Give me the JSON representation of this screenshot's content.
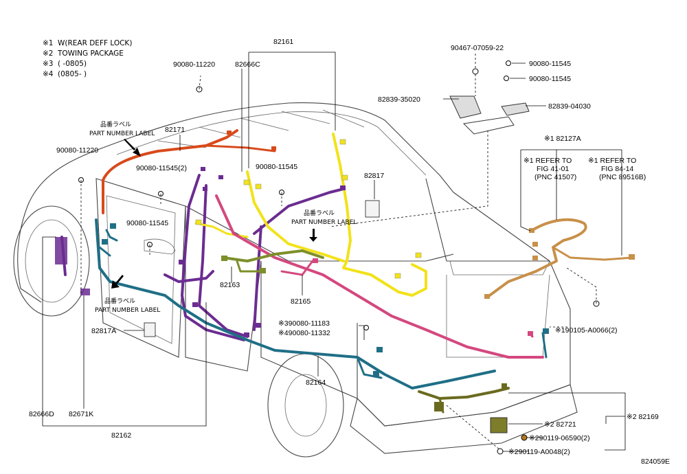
{
  "notes": [
    {
      "mark": "※1",
      "text": "W(REAR DEFF LOCK)"
    },
    {
      "mark": "※2",
      "text": "TOWING PACKAGE"
    },
    {
      "mark": "※3",
      "text": "(      -0805)"
    },
    {
      "mark": "※4",
      "text": "(0805-      )"
    }
  ],
  "parts": {
    "p82161": "82161",
    "p90080_11220_top": "90080-11220",
    "p82666C": "82666C",
    "p90467": "90467-07059-22",
    "p90080_11545_a": "90080-11545",
    "p90080_11545_b": "90080-11545",
    "p82839_35020": "82839-35020",
    "p82839_04030": "82839-04030",
    "p82127A": "※1 82127A",
    "p82171": "82171",
    "p90080_11220_left": "90080-11220",
    "p90080_11545_2": "90080-11545(2)",
    "p90080_11545_mid": "90080-11545",
    "p82817": "82817",
    "p90080_11545_left": "90080-11545",
    "p82163": "82163",
    "p82165": "82165",
    "p82817A": "82817A",
    "p90080_11183": "※390080-11183",
    "p90080_11332": "※490080-11332",
    "p90105": "※190105-A0066(2)",
    "p82164": "82164",
    "p82666D": "82666D",
    "p82671K": "82671K",
    "p82162": "82162",
    "p82721": "※2 82721",
    "p82169": "※2 82169",
    "p90119_06590": "※290119-06590(2)",
    "p90119_A0048": "※290119-A0048(2)"
  },
  "labels": {
    "pnl_jp": "品番ラベル",
    "pnl_en": "PART NUMBER LABEL",
    "refer1_a": "※1 REFER TO",
    "refer1_b": "FIG 41-01",
    "refer1_c": "(PNC 41507)",
    "refer2_a": "※1 REFER TO",
    "refer2_b": "FIG 84-14",
    "refer2_c": "(PNC 89516B)"
  },
  "figure_id": "824059E",
  "colors": {
    "orange_red": "#d84a1b",
    "purple": "#6b2c91",
    "teal": "#1f6f86",
    "yellow": "#f2e21a",
    "pink": "#d4487e",
    "olive": "#7d8f2a",
    "tan": "#c8904a",
    "dark_olive": "#6a6a1f"
  }
}
